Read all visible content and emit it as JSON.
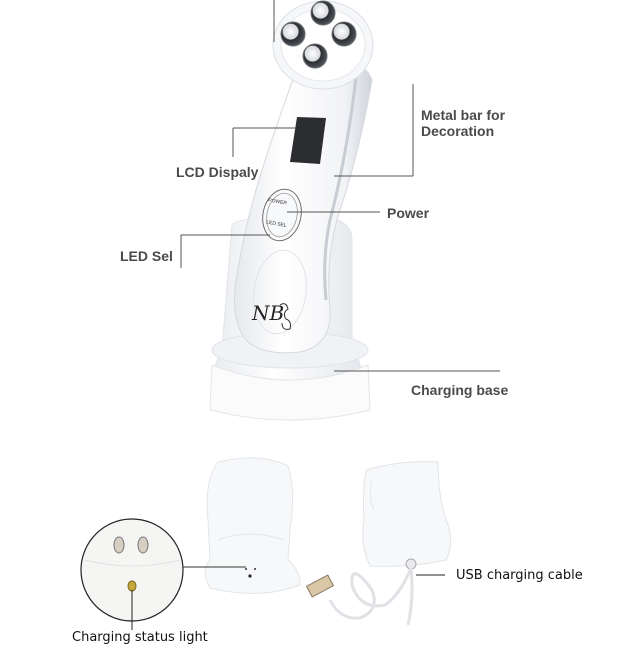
{
  "labels": {
    "metal_bar": "Metal bar for\nDecoration",
    "metal_bar_line1": "Metal bar for",
    "metal_bar_line2": "Decoration",
    "lcd": "LCD Dispaly",
    "power": "Power",
    "led_sel": "LED Sel",
    "charging_base": "Charging base",
    "usb_cable": "USB charging cable",
    "charging_light": "Charging status light"
  },
  "device": {
    "button_top": "POWER",
    "button_bottom": "LED SEL",
    "logo": "NB"
  },
  "colors": {
    "background": "#ffffff",
    "label_text": "#4a4a4a",
    "leader_line": "#555555",
    "device_white": "#f4f5f7",
    "lcd": "#2a2a2a",
    "electrode": "#c9ccd1"
  }
}
